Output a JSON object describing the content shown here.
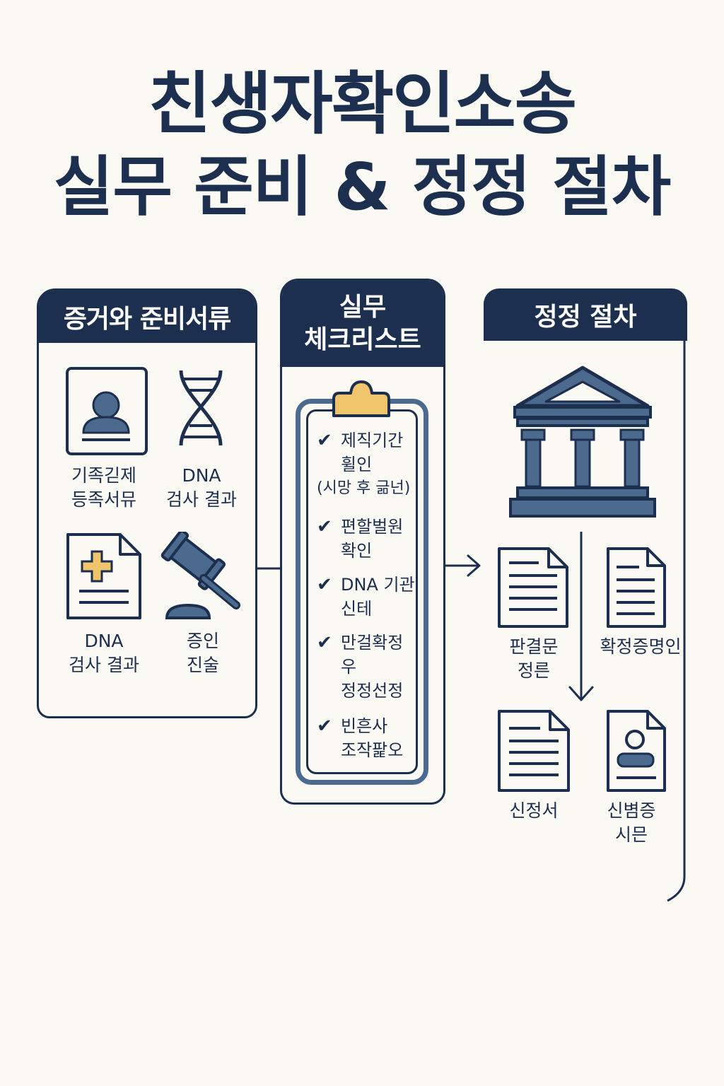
{
  "title": {
    "line1": "친생자확인소송",
    "line2": "실무 준비 & 정정 절차"
  },
  "evidence_panel": {
    "heading": "증거와 준비서류",
    "items": [
      {
        "label_1": "기족긷제",
        "label_2": "등족서뮤",
        "icon": "id-card-icon"
      },
      {
        "label_1": "DNA",
        "label_2": "검사 결과",
        "icon": "dna-icon"
      },
      {
        "label_1": "DNA",
        "label_2": "검사 결과",
        "icon": "medical-document-icon"
      },
      {
        "label_1": "증인",
        "label_2": "진술",
        "icon": "gavel-icon"
      }
    ]
  },
  "checklist_panel": {
    "heading_1": "실무",
    "heading_2": "체크리스트",
    "items": [
      {
        "line_1": "제직기간",
        "line_2": "휠인",
        "line_3": "(시망 후 긂넌)"
      },
      {
        "line_1": "편할벌원",
        "line_2": "확인"
      },
      {
        "line_1": "DNA 기관",
        "line_2": "신테"
      },
      {
        "line_1": "만걸확정",
        "line_2": "우",
        "line_3": "정정선정"
      },
      {
        "line_1": "빈흔사",
        "line_2": "조작팙오"
      }
    ]
  },
  "procedure_panel": {
    "heading": "정정 절차",
    "documents": [
      {
        "label_1": "판결문",
        "label_2": "정른",
        "icon": "document-icon"
      },
      {
        "label_1": "확정증명인",
        "icon": "document-icon"
      },
      {
        "label_1": "신정서",
        "icon": "document-icon"
      },
      {
        "label_1": "신볌증",
        "label_2": "시믄",
        "icon": "id-document-icon"
      }
    ]
  },
  "colors": {
    "navy": "#1c2f4f",
    "steel_blue": "#4c6a8e",
    "gold": "#f0c46a",
    "background": "#fbf9f4"
  }
}
